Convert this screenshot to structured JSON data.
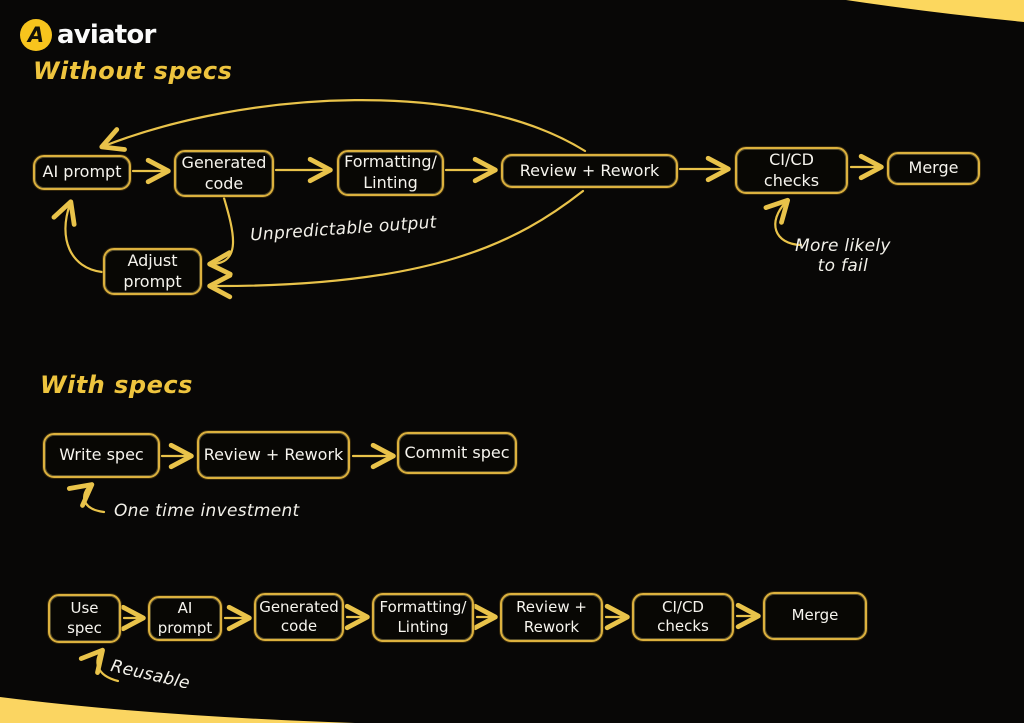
{
  "brand": {
    "mark": "A",
    "wordmark": "aviator"
  },
  "headings": {
    "without": "Without specs",
    "with": "With specs"
  },
  "flows": {
    "without": {
      "nodes": [
        {
          "label": "AI prompt"
        },
        {
          "label": "Generated\ncode"
        },
        {
          "label": "Formatting/\nLinting"
        },
        {
          "label": "Review + Rework"
        },
        {
          "label": "CI/CD\nchecks"
        },
        {
          "label": "Merge"
        },
        {
          "label": "Adjust\nprompt"
        }
      ],
      "annotations": {
        "unpredictable": "Unpredictable output",
        "more_likely": "More likely\nto fail"
      }
    },
    "with": {
      "spec_nodes": [
        {
          "label": "Write spec"
        },
        {
          "label": "Review + Rework"
        },
        {
          "label": "Commit spec"
        }
      ],
      "spec_annotation": "One time investment",
      "build_nodes": [
        {
          "label": "Use\nspec"
        },
        {
          "label": "AI\nprompt"
        },
        {
          "label": "Generated\ncode"
        },
        {
          "label": "Formatting/\nLinting"
        },
        {
          "label": "Review +\nRework"
        },
        {
          "label": "CI/CD\nchecks"
        },
        {
          "label": "Merge"
        }
      ],
      "build_annotation": "Reusable"
    }
  },
  "colors": {
    "background": "#080706",
    "arrow_yellow": "#e9c34a",
    "box_border_yellow": "#dcb13e",
    "corner_wedge_yellow": "#fcd75e",
    "heading_yellow": "#eec43e",
    "node_text_white": "#f6f4ee",
    "logo_circle_yellow": "#f7c41d"
  }
}
